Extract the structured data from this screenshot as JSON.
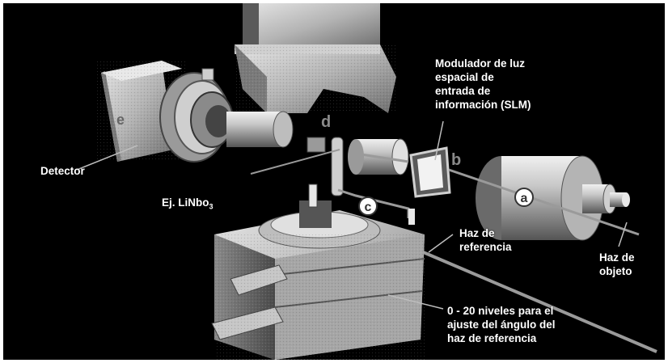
{
  "labels": {
    "slm": "Modulador de luz\nespacial de\nentrada de\ninformación (SLM)",
    "detector": "Detector",
    "crystal_prefix": "Ej. LiNbo",
    "crystal_sub": "3",
    "ref_beam": "Haz de\nreferencia",
    "obj_beam": "Haz de\nobjeto",
    "levels": "0 - 20 niveles para el\najuste del ángulo del\nhaz de referencia"
  },
  "markers": {
    "a": "a",
    "b": "b",
    "c": "c",
    "d": "d",
    "e": "e"
  },
  "colors": {
    "background": "#000000",
    "frame": "#ffffff",
    "metal_light": "#d8d8d8",
    "metal_mid": "#a8a8a8",
    "metal_dark": "#6a6a6a",
    "beam": "#9a9a9a"
  }
}
